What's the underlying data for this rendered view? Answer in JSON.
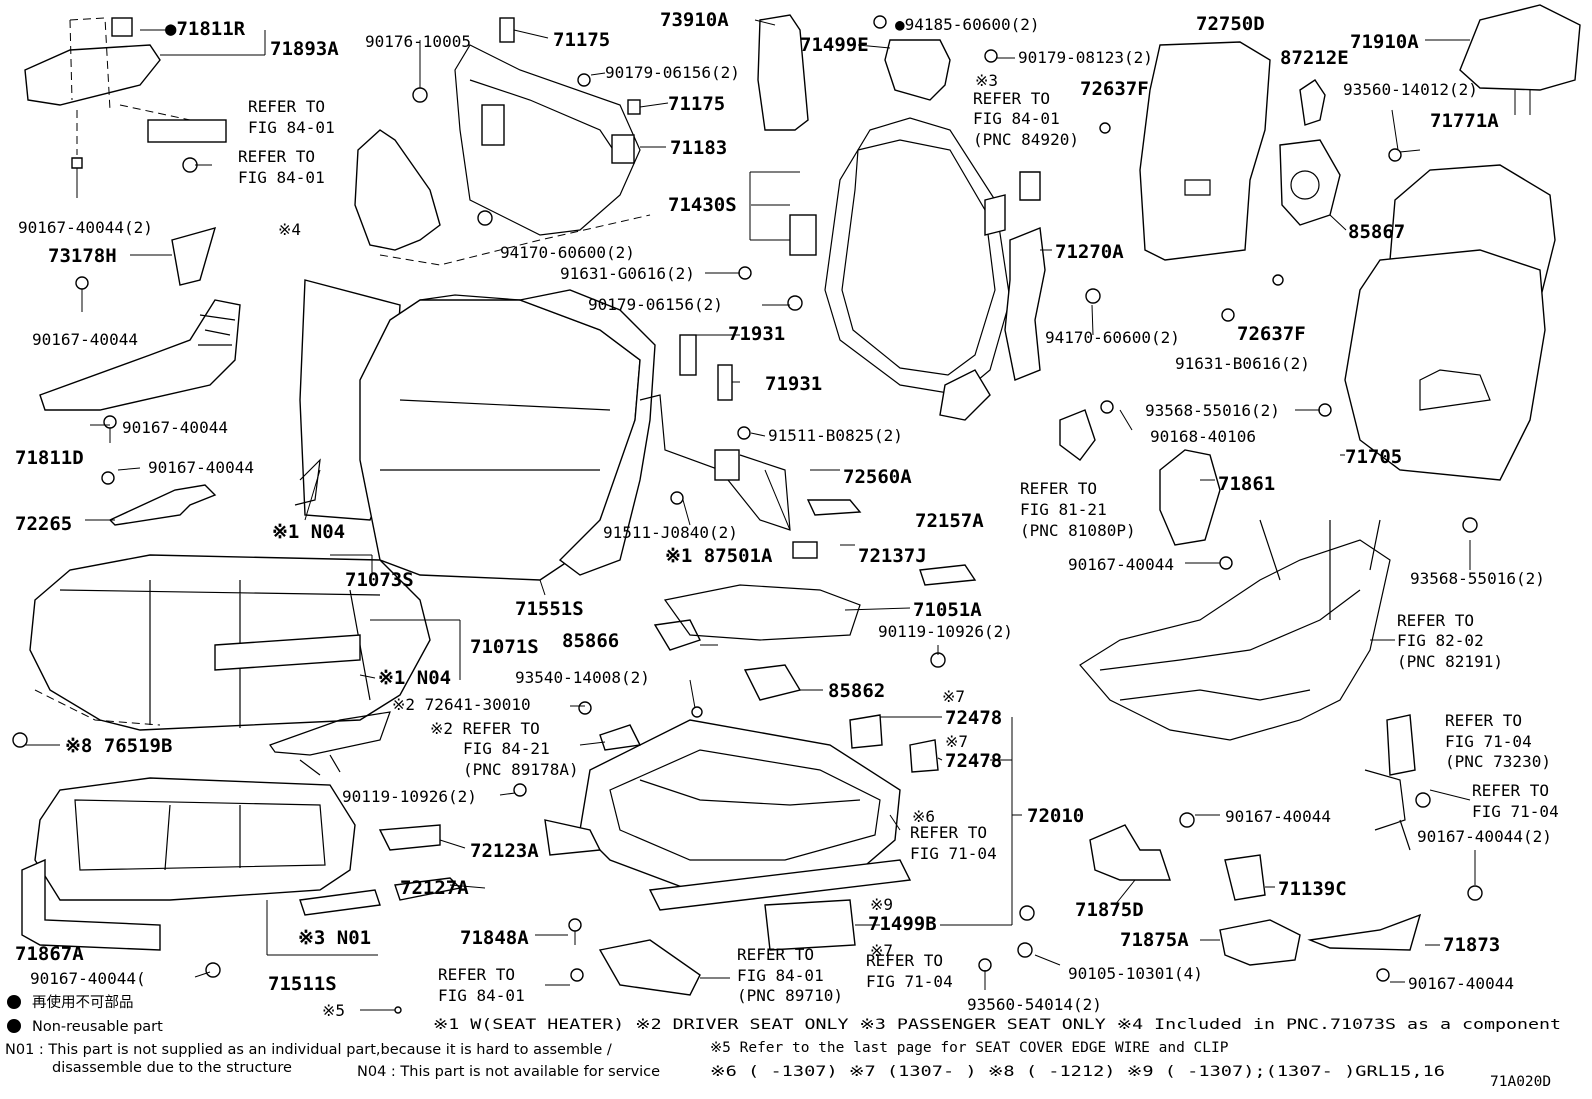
{
  "diagram_id": "71A020D",
  "labels": {
    "p71811R": "●71811R",
    "p71893A": "71893A",
    "p90176": "90176-10005",
    "p71175a": "71175",
    "p73910A": "73910A",
    "p71499E": "71499E",
    "p94185": "●94185-60600(2)",
    "p72750D": "72750D",
    "p71910A": "71910A",
    "p90179_06156a": "90179-06156(2)",
    "p90179_08123": "90179-08123(2)",
    "p71175b": "71175",
    "p87212E": "87212E",
    "refer_84_01a_l1": "REFER TO",
    "refer_84_01a_l2": "FIG 84-01",
    "refer_84_01b_l1": "REFER TO",
    "refer_84_01b_l2": "FIG 84-01",
    "p71183": "71183",
    "note3a": "※3",
    "refer_84920_l1": "REFER TO",
    "refer_84920_l2": "FIG 84-01",
    "refer_84920_l3": "(PNC 84920)",
    "p72637F_top": "72637F",
    "p93560_14012": "93560-14012(2)",
    "p71771A": "71771A",
    "p90167_40044_2a": "90167-40044(2)",
    "note4": "※4",
    "p94170_60600a": "94170-60600(2)",
    "p71430S": "71430S",
    "p71270A": "71270A",
    "p85867": "85867",
    "p73178H": "73178H",
    "p91631_G0616": "91631-G0616(2)",
    "p90167_40044a": "90167-40044",
    "p90179_06156b": "90179-06156(2)",
    "p94170_60600b": "94170-60600(2)",
    "p72637F_bot": "72637F",
    "p71931a": "71931",
    "p91631_B0616": "91631-B0616(2)",
    "p71931b": "71931",
    "p90167_40044b": "90167-40044",
    "p93568_55016a": "93568-55016(2)",
    "p90168_40106": "90168-40106",
    "p91511_B0825": "91511-B0825(2)",
    "p71811D": "71811D",
    "p90167_40044c": "90167-40044",
    "p72560A": "72560A",
    "p71705": "71705",
    "p71861": "71861",
    "p72265": "72265",
    "refer_81080P_l1": "REFER TO",
    "refer_81080P_l2": "FIG 81-21",
    "refer_81080P_l3": "(PNC 81080P)",
    "p91511_J0840": "91511-J0840(2)",
    "p72157A": "72157A",
    "n04_top": "※1 N04",
    "p72137J": "72137J",
    "p71073S": "71073S",
    "p87501A": "※1 87501A",
    "p90167_40044d": "90167-40044",
    "p93568_55016b": "93568-55016(2)",
    "p71551S": "71551S",
    "p71051A": "71051A",
    "refer_82191_l1": "REFER TO",
    "refer_82191_l2": "FIG 82-02",
    "refer_82191_l3": "(PNC 82191)",
    "p85866": "85866",
    "p90119_10926a": "90119-10926(2)",
    "p71071S": "71071S",
    "p93540_14008": "93540-14008(2)",
    "n04_mid": "※1 N04",
    "p85862": "85862",
    "note7a": "※7",
    "p72641": "※2 72641-30010",
    "p72478a": "72478",
    "refer_89178A_l1": "※2 REFER TO",
    "refer_89178A_l2": "FIG 84-21",
    "refer_89178A_l3": "(PNC 89178A)",
    "note7b": "※7",
    "p72478b": "72478",
    "refer_73230_l1": "REFER TO",
    "refer_73230_l2": "FIG 71-04",
    "refer_73230_l3": "(PNC 73230)",
    "p76519B": "※8 76519B",
    "refer_71_04a_l1": "REFER TO",
    "refer_71_04a_l2": "FIG 71-04",
    "p90119_10926b": "90119-10926(2)",
    "p72010": "72010",
    "p90167_40044e": "90167-40044",
    "note6": "※6",
    "refer_71_04b_l1": "REFER TO",
    "refer_71_04b_l2": "FIG 71-04",
    "p90167_40044_2b": "90167-40044(2)",
    "p72123A": "72123A",
    "p71139C": "71139C",
    "p71875D": "71875D",
    "p72127A": "72127A",
    "note9": "※9",
    "p71499B": "71499B",
    "p71867A": "71867A",
    "p71848A": "71848A",
    "n01": "※3 N01",
    "p71875A": "71875A",
    "p71873": "71873",
    "refer_89710_l1": "REFER TO",
    "refer_89710_l2": "FIG 84-01",
    "refer_89710_l3": "(PNC 89710)",
    "note7c": "※7",
    "refer_71_04c_l1": "REFER TO",
    "refer_71_04c_l2": "FIG 71-04",
    "p90105_10301": "90105-10301(4)",
    "p90167_40044f": "90167-40044(",
    "p90167_40044g": "90167-40044",
    "refer_84_01c_l1": "REFER TO",
    "refer_84_01c_l2": "FIG 84-01",
    "p71511S": "71511S",
    "p93560_54014": "93560-54014(2)",
    "note5": "※5"
  },
  "legend": {
    "non_reusable_jp": "再使用不可部品",
    "non_reusable_en": "Non-reusable part",
    "n01": "N01 : This part is not supplied as an individual part,because it is hard to assemble /",
    "n01_cont": "disassemble due to the structure",
    "n04": "N04 : This part is not available for service"
  },
  "notes": {
    "line1": "※1 W(SEAT HEATER) ※2 DRIVER SEAT ONLY ※3 PASSENGER SEAT ONLY ※4 Included in PNC.71073S as a component",
    "line2": "※5 Refer to the last page for SEAT COVER EDGE WIRE and CLIP",
    "line3": "※6 ( -1307) ※7 (1307- ) ※8 ( -1212) ※9 ( -1307);(1307- )GRL15,16"
  }
}
